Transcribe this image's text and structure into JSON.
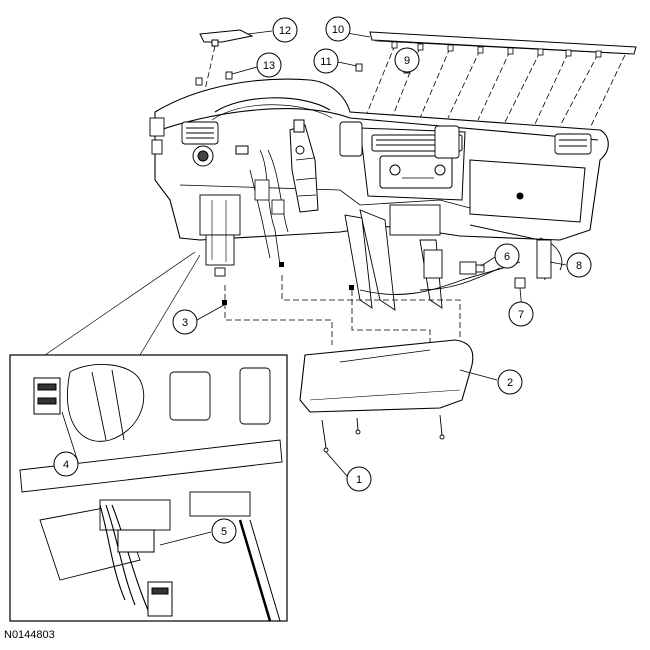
{
  "figure_id": "N0144803",
  "callouts": [
    {
      "id": "c1",
      "label": "1"
    },
    {
      "id": "c2",
      "label": "2"
    },
    {
      "id": "c3",
      "label": "3"
    },
    {
      "id": "c4",
      "label": "4"
    },
    {
      "id": "c5",
      "label": "5"
    },
    {
      "id": "c6",
      "label": "6"
    },
    {
      "id": "c7",
      "label": "7"
    },
    {
      "id": "c8",
      "label": "8"
    },
    {
      "id": "c9",
      "label": "9"
    },
    {
      "id": "c10",
      "label": "10"
    },
    {
      "id": "c11",
      "label": "11"
    },
    {
      "id": "c12",
      "label": "12"
    },
    {
      "id": "c13",
      "label": "13"
    }
  ]
}
